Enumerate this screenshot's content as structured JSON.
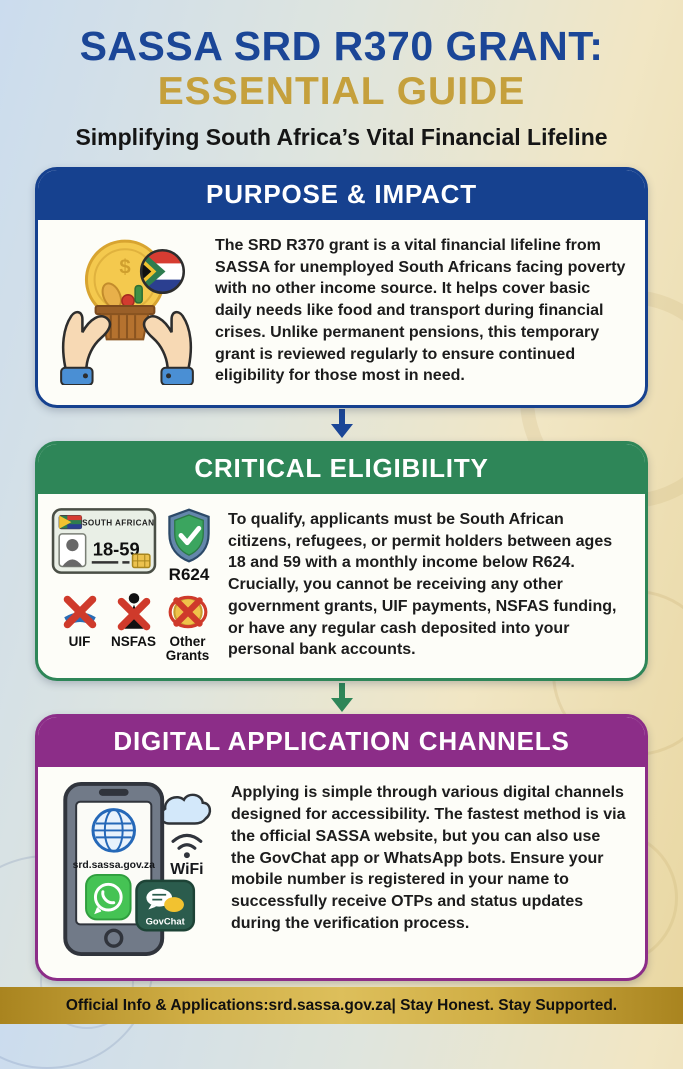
{
  "page": {
    "title_line1": "SASSA SRD R370 GRANT:",
    "title_line2": "ESSENTIAL GUIDE",
    "subtitle": "Simplifying South Africa’s Vital Financial Lifeline"
  },
  "colors": {
    "title_blue": "#1b4697",
    "title_gold": "#c5a03c",
    "card1_blue": "#16418f",
    "card2_green": "#2e8658",
    "card3_purple": "#8c2d88",
    "footer_gold": "#c9a53d",
    "cross_red": "#cf3a2b"
  },
  "icons": {
    "card1": "hands-holding-coin-basket-with-sa-flag",
    "card2": "sa-id-card, shield-check, crossed-uif, crossed-nsfas, crossed-other-grants",
    "card3": "smartphone-globe-whatsapp-govchat, cloud-wifi",
    "coin_symbol": "$"
  },
  "cards": [
    {
      "header": "PURPOSE & IMPACT",
      "body": "The SRD R370 grant is a vital financial lifeline from SASSA for unemployed South Africans facing poverty with no other income source. It helps cover basic daily needs like food and transport during financial crises. Unlike permanent pensions, this temporary grant is reviewed regularly to ensure continued eligibility for those most in need."
    },
    {
      "header": "CRITICAL ELIGIBILITY",
      "body": "To qualify, applicants must be South African citizens, refugees, or permit holders between ages 18 and 59 with a monthly income below R624. Crucially, you cannot be receiving any other government grants, UIF payments, NSFAS funding, or have any regular cash deposited into your personal bank accounts.",
      "id_card": {
        "country": "SOUTH AFRICAN",
        "age_range": "18-59"
      },
      "shield_label": "R624",
      "excluded": [
        "UIF",
        "NSFAS",
        "Other Grants"
      ]
    },
    {
      "header": "DIGITAL APPLICATION CHANNELS",
      "body_regular": "Applying is simple through various digital channels designed for accessibility. The fastest method is via the official SASSA website, but you ",
      "body_bold": "can also use the GovChat app or WhatsApp bots. Ensure your mobile number is registered in your name to successfully receive OTPs and status updates during the verification process.",
      "phone": {
        "url": "srd.sassa.gov.za",
        "govchat_label": "GovChat",
        "wifi_label": "WiFi"
      }
    }
  ],
  "footer": {
    "prefix": "Official Info & Applications: ",
    "site": "srd.sassa.gov.za",
    "suffix": " | Stay Honest. Stay Supported."
  }
}
